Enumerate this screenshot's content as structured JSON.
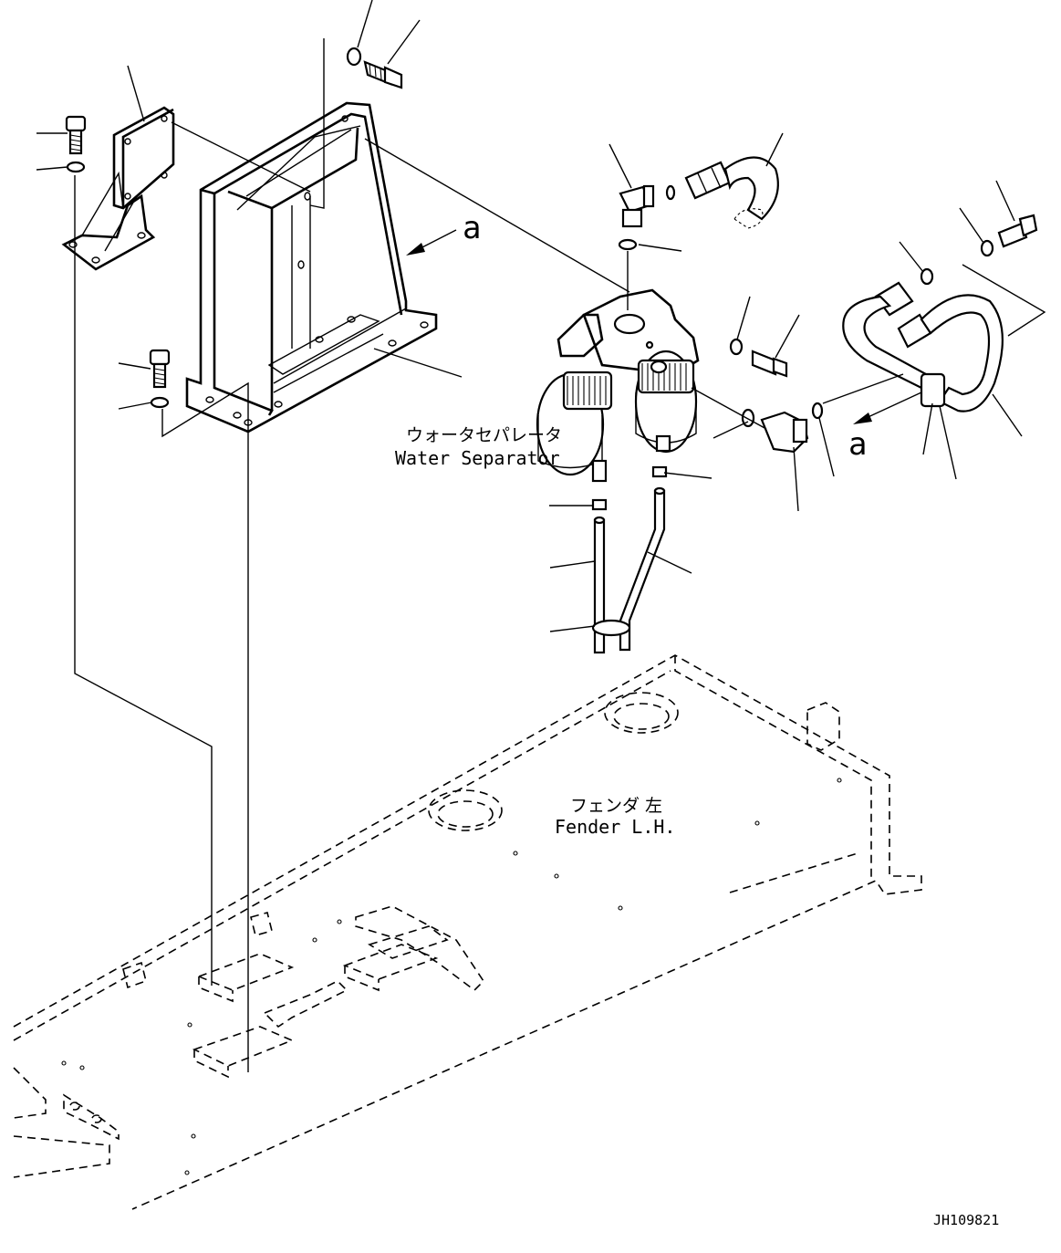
{
  "labels": {
    "water_separator_jp": "ウォータセパレータ",
    "water_separator_en": "Water Separator",
    "fender_jp": "フェンダ 左",
    "fender_en": "Fender L.H.",
    "view_ref_a_left": "a",
    "view_ref_a_right": "a",
    "drawing_number": "JH109821"
  }
}
